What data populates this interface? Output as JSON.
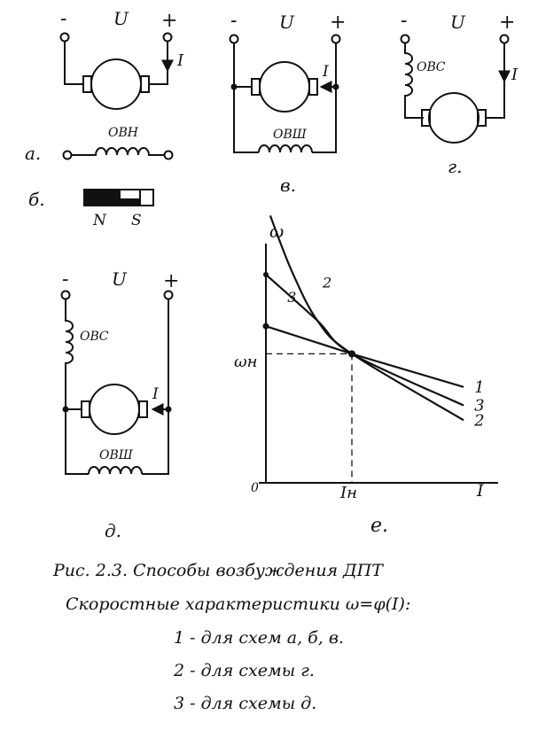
{
  "common": {
    "minus": "-",
    "plus": "+",
    "voltage": "U",
    "current": "I"
  },
  "schemes": {
    "a": {
      "label": "а.",
      "field_winding": "ОВН"
    },
    "b": {
      "label": "б.",
      "pole_n": "N",
      "pole_s": "S"
    },
    "v": {
      "label": "в.",
      "field_winding": "ОВШ"
    },
    "g": {
      "label": "г.",
      "field_winding": "ОВС"
    },
    "d": {
      "label": "д.",
      "series_winding": "ОВС",
      "shunt_winding": "ОВШ"
    }
  },
  "chart_data": {
    "type": "line",
    "label": "е.",
    "ylabel": "ω",
    "xlabel": "I",
    "origin": "0",
    "x_marker": "Iн",
    "y_marker": "ωн",
    "series": [
      {
        "name": "1",
        "points": [
          [
            0,
            0.85
          ],
          [
            1,
            0.7
          ],
          [
            2.3,
            0.52
          ]
        ]
      },
      {
        "name": "3",
        "points": [
          [
            0,
            1.13
          ],
          [
            0.6,
            0.88
          ],
          [
            1,
            0.7
          ],
          [
            2.3,
            0.42
          ]
        ]
      },
      {
        "name": "2",
        "points": [
          [
            0.05,
            1.45
          ],
          [
            0.3,
            1.15
          ],
          [
            0.6,
            0.88
          ],
          [
            1,
            0.7
          ],
          [
            2.3,
            0.34
          ]
        ]
      }
    ]
  },
  "caption": {
    "line1": "Рис. 2.3.  Способы  возбуждения  ДПТ",
    "line2": "Скоростные  характеристики  ω=φ(I):",
    "line3": "1 - для  схем  а, б, в.",
    "line4": "2 - для  схемы  г.",
    "line5": "3 - для  схемы  д."
  }
}
